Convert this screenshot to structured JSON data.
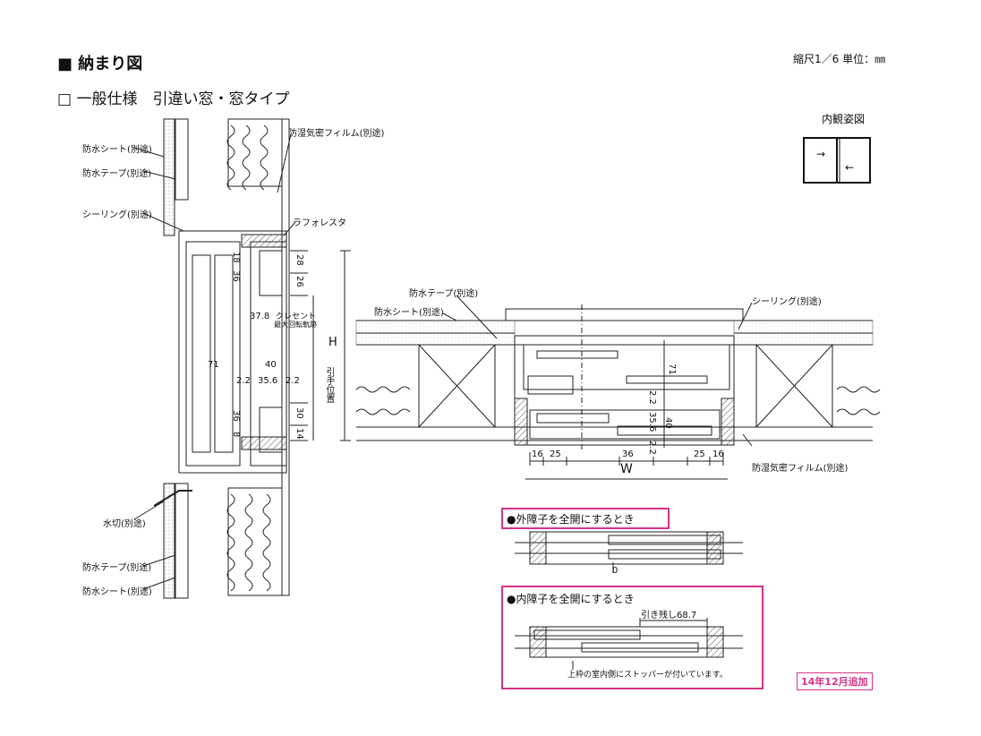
{
  "header": {
    "title_mark": "■",
    "title": "納まり図",
    "scale_text": "縮尺1／6 単位：㎜",
    "subtitle_mark": "□",
    "subtitle": "一般仕様　引違い窓・窓タイプ"
  },
  "elevation": {
    "title": "内観姿図",
    "arrow_right": "→",
    "arrow_left": "←"
  },
  "vertical_section": {
    "labels": {
      "waterproof_sheet_top": "防水シート(別途)",
      "waterproof_tape_top": "防水テープ(別途)",
      "sealing": "シーリング(別途)",
      "moisture_film": "防湿気密フィルム(別途)",
      "lafore": "ラフォレスタ",
      "crescent": "クレセント",
      "crescent_sub": "最大回転軌跡",
      "flashing": "水切(別途)",
      "waterproof_tape_bottom": "防水テープ(別途)",
      "waterproof_sheet_bottom": "防水シート(別途)",
      "handle_position": "引手位置"
    },
    "dims": {
      "d18": "18",
      "d36a": "36",
      "d28": "28",
      "d26": "26",
      "d37_8": "37.8",
      "d71": "71",
      "d40": "40",
      "d2_2a": "2.2",
      "d35_6": "35.6",
      "d2_2b": "2.2",
      "d36b": "36",
      "d30": "30",
      "d14": "14",
      "d8": "8",
      "H": "H"
    }
  },
  "horizontal_section": {
    "labels": {
      "waterproof_tape": "防水テープ(別途)",
      "waterproof_sheet": "防水シート(別途)",
      "sealing": "シーリング(別途)",
      "moisture_film": "防湿気密フィルム(別途)"
    },
    "dims": {
      "d71": "71",
      "d2_2a": "2.2",
      "d35_6": "35.6",
      "d40": "40",
      "d2_2b": "2.2",
      "d16a": "16",
      "d25a": "25",
      "d36": "36",
      "d25b": "25",
      "d16b": "16",
      "W": "W"
    }
  },
  "outer_open": {
    "title": "●外障子を全開にするとき",
    "dim_zero": "0"
  },
  "inner_open": {
    "title": "●内障子を全開にするとき",
    "remain": "引き残し68.7",
    "note": "上枠の室内側にストッパーが付いています。"
  },
  "badge": "14年12月追加",
  "colors": {
    "accent": "#d6338a"
  }
}
